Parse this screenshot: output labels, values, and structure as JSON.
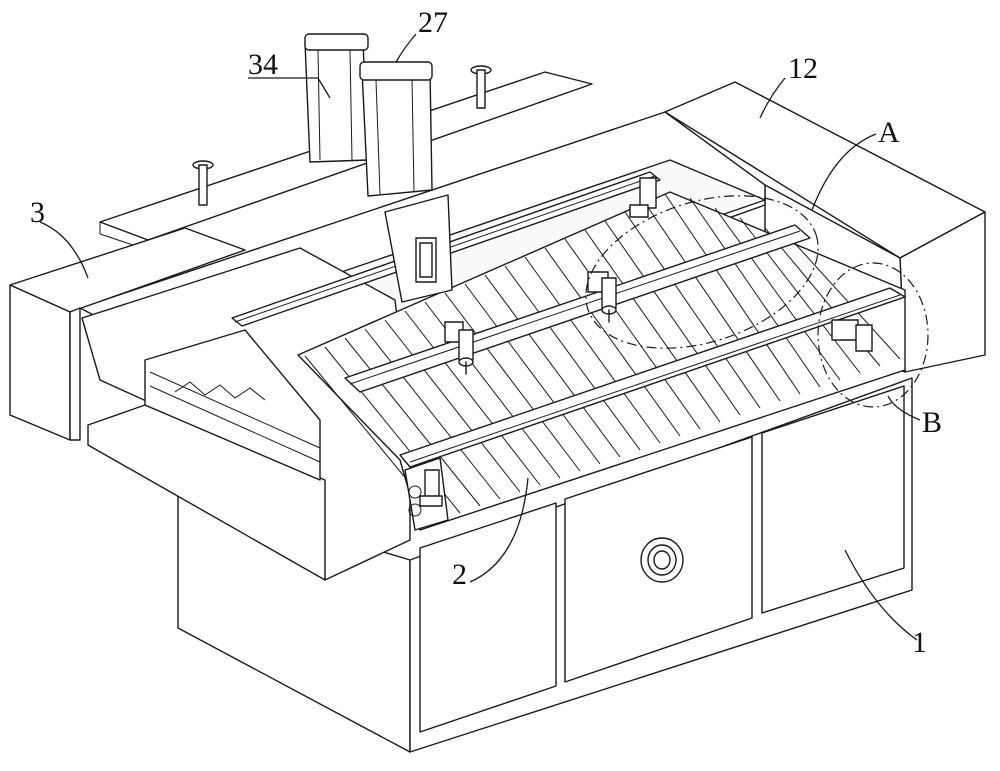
{
  "figure": {
    "labels": {
      "l1": "1",
      "l2": "2",
      "l3": "3",
      "l12": "12",
      "l27": "27",
      "l34": "34",
      "lA": "A",
      "lB": "B"
    }
  }
}
